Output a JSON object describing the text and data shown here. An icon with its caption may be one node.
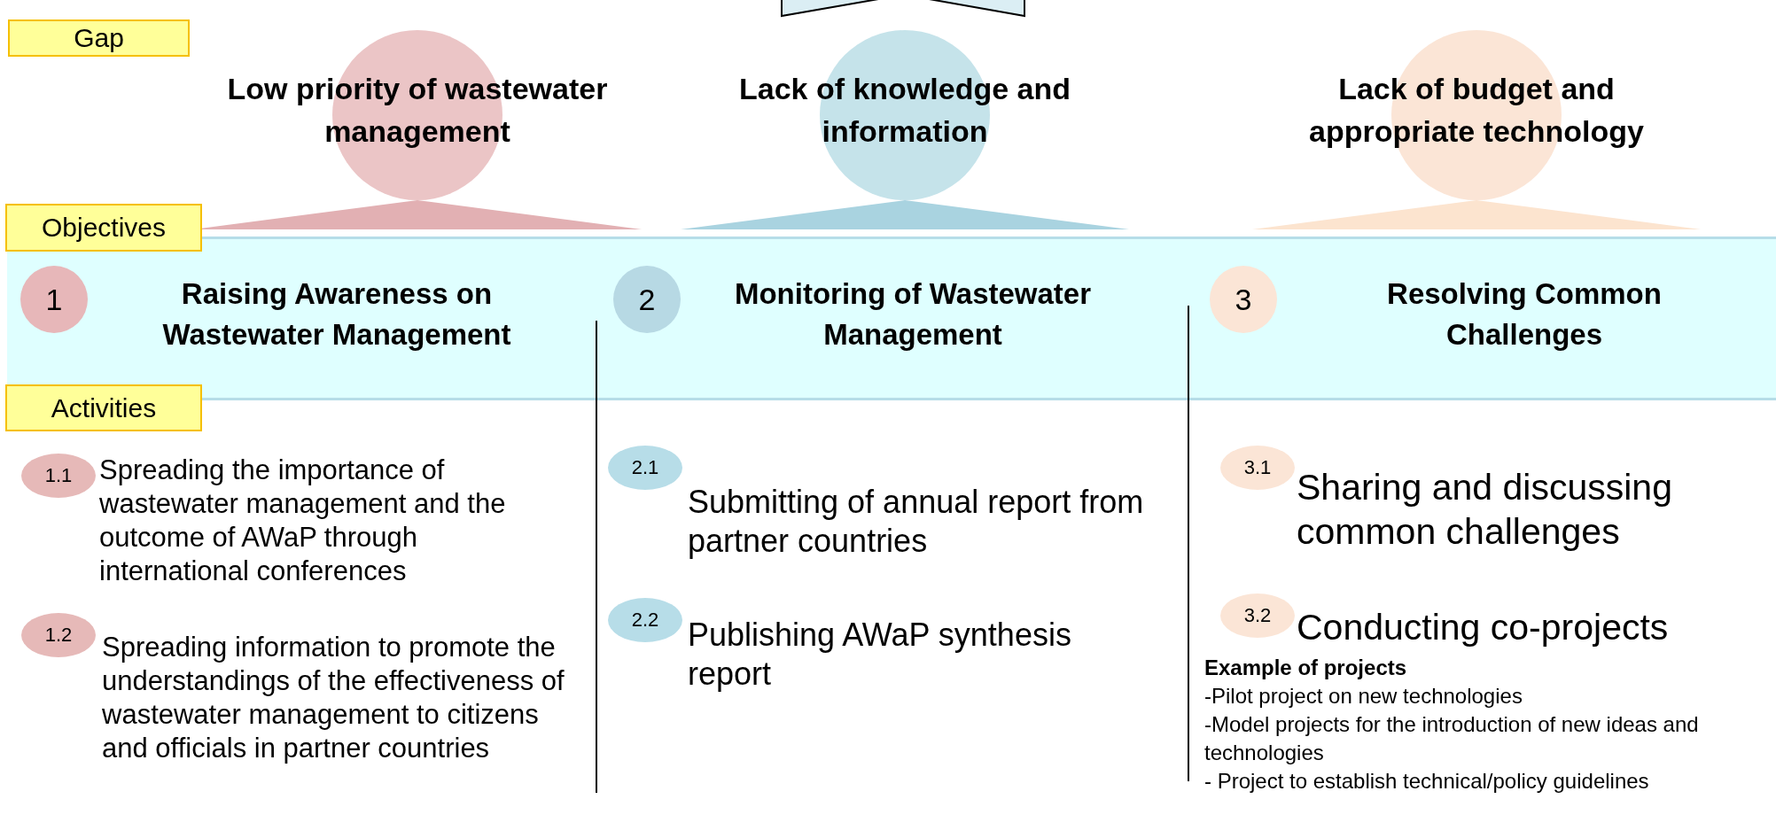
{
  "diagram": {
    "nodes": [
      {
        "text": [
          "Gap"
        ]
      },
      {
        "text": [
          "Low priority of wastewater management"
        ]
      },
      {
        "text": [
          "Lack of knowledge and information"
        ]
      },
      {
        "text": [
          "Lack of budget and appropriate technology"
        ]
      },
      {
        "text": [
          "Objectives"
        ]
      },
      {
        "text": [],
        "shape": "bar"
      },
      {
        "text": [
          "1"
        ],
        "in": 5
      },
      {
        "text": [
          "2"
        ],
        "in": 5
      },
      {
        "text": [
          "3"
        ],
        "in": 5
      },
      {
        "text": [
          "Activities"
        ]
      },
      {
        "text": [
          "1.1"
        ],
        "beside": [
          "Spreading the importance of wastewater management and the outcome of AWaP through international conferences"
        ]
      },
      {
        "text": [
          "1.2"
        ],
        "beside": [
          "Spreading information to promote the understandings of the effectiveness of wastewater management to citizens and officials in partner countries"
        ]
      },
      {
        "text": [
          "2.1"
        ],
        "beside": [
          "Submitting of annual report from partner countries"
        ]
      },
      {
        "text": [
          "2.2"
        ],
        "beside": [
          "Publishing AWaP synthesis report"
        ]
      },
      {
        "text": [
          "3.1"
        ],
        "beside": [
          "Sharing and discussing common challenges"
        ]
      },
      {
        "text": [
          "3.2"
        ],
        "beside": [
          "Conducting co-projects"
        ]
      }
    ],
    "edges": [],
    "labels": [
      "Raising Awareness on Wastewater Management",
      "Monitoring of Wastewater Management",
      "Resolving Common Challenges",
      "Example of projects",
      "-Pilot project on new technologies",
      "-Model projects for the introduction of new ideas and technologies",
      "- Project to establish technical/policy guidelines"
    ]
  }
}
